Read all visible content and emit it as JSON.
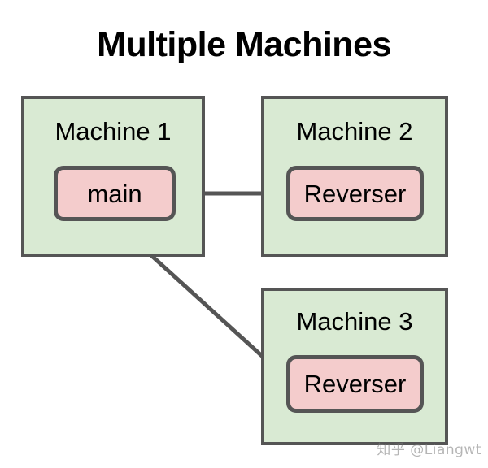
{
  "diagram": {
    "title": "Multiple Machines",
    "type": "node-graph",
    "background_color": "#ffffff",
    "palette": {
      "machine_fill": "#d9ead3",
      "service_fill": "#f4cccc",
      "stroke": "#555555",
      "text": "#000000"
    },
    "machines": [
      {
        "id": "machine-1",
        "label": "Machine 1",
        "services": [
          {
            "id": "node-main",
            "label": "main"
          }
        ]
      },
      {
        "id": "machine-2",
        "label": "Machine 2",
        "services": [
          {
            "id": "node-reverser-m2",
            "label": "Reverser"
          }
        ]
      },
      {
        "id": "machine-3",
        "label": "Machine 3",
        "services": [
          {
            "id": "node-reverser-m3",
            "label": "Reverser"
          }
        ]
      }
    ],
    "connections": [
      {
        "id": "edge-main-to-m2",
        "from": "node-main",
        "to": "node-reverser-m2",
        "style": "straight-horizontal"
      },
      {
        "id": "edge-main-to-m3",
        "from": "node-main",
        "to": "node-reverser-m3",
        "style": "straight-diagonal"
      }
    ]
  },
  "watermark": {
    "text": "知乎 @Liangwt"
  }
}
